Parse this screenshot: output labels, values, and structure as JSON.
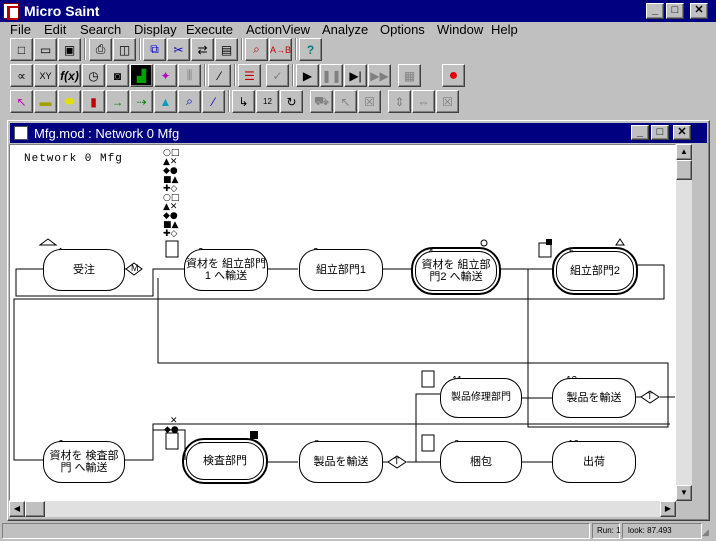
{
  "app_title": "Micro Saint",
  "window_buttons": {
    "minimize": "_",
    "maximize": "□",
    "close": "✕"
  },
  "menu": [
    "File",
    "Edit",
    "Search",
    "Display",
    "Execute",
    "ActionView",
    "Analyze",
    "Options",
    "Window",
    "Help"
  ],
  "child_title": "Mfg.mod : Network 0 Mfg",
  "network_label": "Network 0 Mfg",
  "nodes": [
    {
      "num": "1",
      "label": "受注"
    },
    {
      "num": "2",
      "label": "資材を 組立部門1 へ輸送"
    },
    {
      "num": "3",
      "label": "組立部門1"
    },
    {
      "num": "4",
      "label": "資材を 組立部門2 へ輸送"
    },
    {
      "num": "5",
      "label": "組立部門2"
    },
    {
      "num": "6",
      "label": "資材を 検査部門 へ輸送"
    },
    {
      "num": "7",
      "label": "検査部門"
    },
    {
      "num": "8",
      "label": "製品を輸送"
    },
    {
      "num": "9",
      "label": "梱包"
    },
    {
      "num": "10",
      "label": "出荷"
    },
    {
      "num": "11",
      "label": "製品修理部門"
    },
    {
      "num": "12",
      "label": "製品を輸送"
    }
  ],
  "decisions": [
    "M",
    "T",
    "T"
  ],
  "status": {
    "run": "Run: 1",
    "clock": "look: 87.493"
  },
  "colors": {
    "title_bg": "#000080",
    "window_bg": "#c0c0c0",
    "canvas_bg": "#ffffff"
  }
}
